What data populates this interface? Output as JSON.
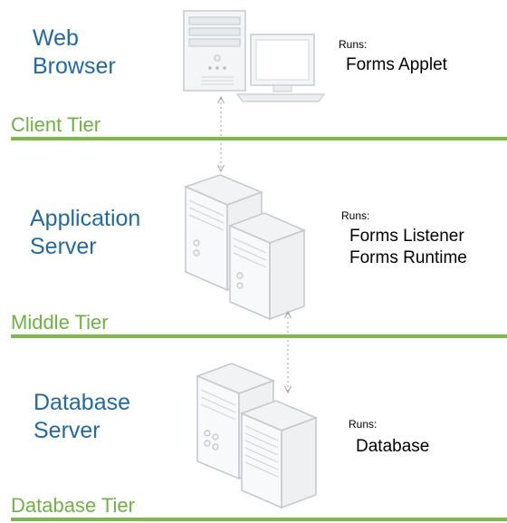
{
  "tiers": [
    {
      "tier_label": "Client Tier",
      "node_label": "Web\nBrowser",
      "runs_label": "Runs:",
      "runs_items": "Forms Applet",
      "icon": "desktop-computer-icon"
    },
    {
      "tier_label": "Middle Tier",
      "node_label": "Application\nServer",
      "runs_label": "Runs:",
      "runs_items": "Forms Listener\nForms Runtime",
      "icon": "server-icon"
    },
    {
      "tier_label": "Database Tier",
      "node_label": "Database\nServer",
      "runs_label": "Runs:",
      "runs_items": "Database",
      "icon": "server-icon"
    }
  ],
  "colors": {
    "node_label": "#1f6aa5",
    "tier_label": "#6db33f",
    "tier_line": "#7dbb47",
    "connector": "#9aa3ad"
  }
}
